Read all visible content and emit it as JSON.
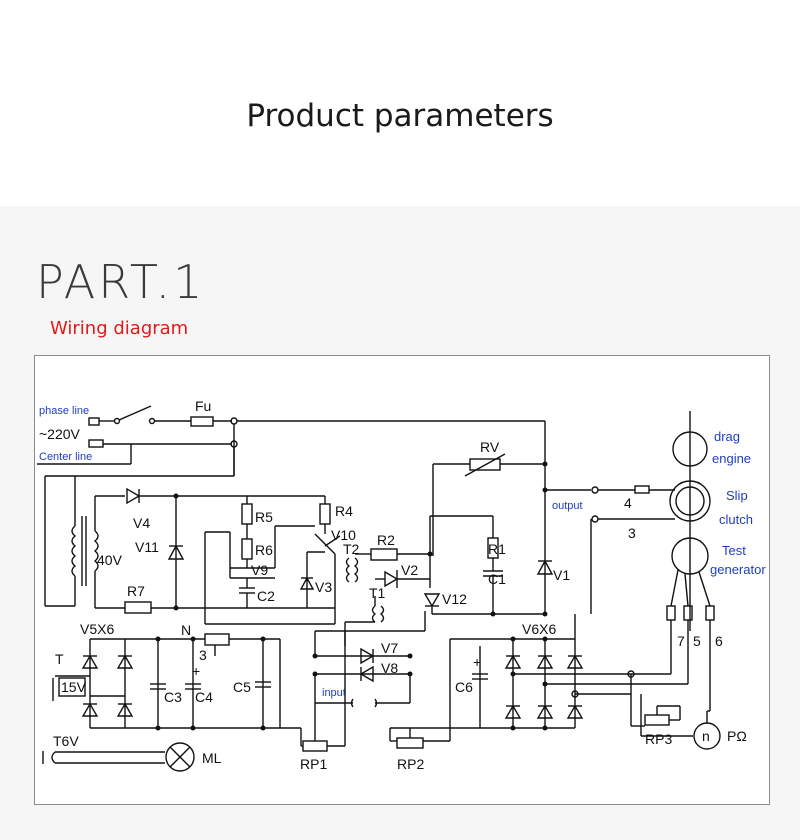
{
  "header": {
    "title": "Product parameters"
  },
  "part": {
    "title": "PART.1",
    "subtitle": "Wiring diagram"
  },
  "diagram": {
    "labels": {
      "phase_line": "phase line",
      "voltage": "~220V",
      "center_line": "Center line",
      "fuse": "Fu",
      "rv": "RV",
      "output": "output",
      "input": "input",
      "drag": "drag",
      "engine": "engine",
      "slip": "Slip",
      "clutch": "clutch",
      "test": "Test",
      "generator": "generator",
      "v4": "V4",
      "v11": "V11",
      "v40": "40V",
      "r7": "R7",
      "r5": "R5",
      "r6": "R6",
      "v9": "V9",
      "c2": "C2",
      "r4": "R4",
      "v10": "V10",
      "t2": "T2",
      "v3": "V3",
      "r2": "R2",
      "v2": "V2",
      "t1": "T1",
      "v12": "V12",
      "r1": "R1",
      "c1": "C1",
      "v1": "V1",
      "v5x6": "V5X6",
      "n": "N",
      "n3": "3",
      "t": "T",
      "v15": "15V",
      "c3": "C3",
      "c4": "C4",
      "c5": "C5",
      "t6v": "T6V",
      "ml": "ML",
      "v7": "V7",
      "v8": "V8",
      "rp1": "RP1",
      "rp2": "RP2",
      "v6x6": "V6X6",
      "c6": "C6",
      "rp3": "RP3",
      "motor_n": "n",
      "pomega": "PΩ",
      "term4": "4",
      "term3": "3",
      "term7": "7",
      "term5": "5",
      "term6": "6",
      "plus_c4": "+",
      "plus_c6": "+"
    }
  }
}
